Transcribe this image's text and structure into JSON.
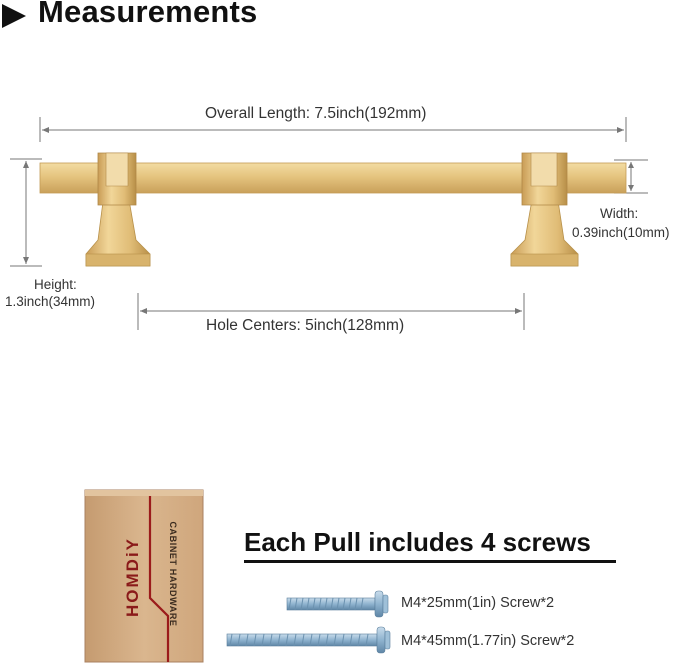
{
  "heading": {
    "title": "Measurements"
  },
  "dimensions": {
    "overall_length": "Overall Length: 7.5inch(192mm)",
    "hole_centers": "Hole Centers: 5inch(128mm)",
    "height_label": "Height:",
    "height_value": "1.3inch(34mm)",
    "width_label": "Width:",
    "width_value": "0.39inch(10mm)"
  },
  "package": {
    "brand": "HOMDiY",
    "subtitle": "CABINET HARDWARE",
    "includes_title": "Each Pull includes 4 screws"
  },
  "screws": [
    {
      "label": "M4*25mm(1in) Screw*2"
    },
    {
      "label": "M4*45mm(1.77in) Screw*2"
    }
  ],
  "colors": {
    "gold": "#e2c078",
    "gold_dark": "#b8914a",
    "box": "#d2ab82",
    "screw": "#8fb3cf"
  }
}
